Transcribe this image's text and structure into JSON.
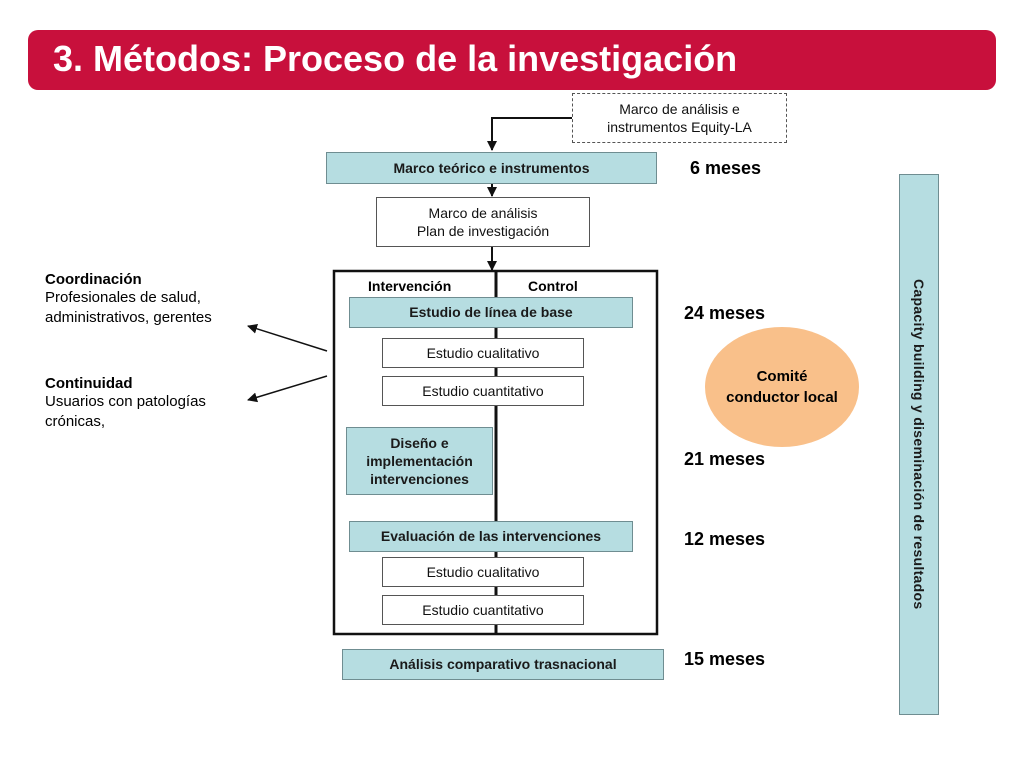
{
  "title": "3. Métodos: Proceso de la investigación",
  "equity_box": {
    "line1": "Marco de análisis e",
    "line2": "instrumentos Equity-LA"
  },
  "marco_teorico": "Marco teórico  e instrumentos",
  "marco_analisis": {
    "line1": "Marco de análisis",
    "line2": "Plan de investigación"
  },
  "group_labels": {
    "intervention": "Intervención",
    "control": "Control"
  },
  "baseline": "Estudio de línea de base",
  "study_qual": "Estudio cualitativo",
  "study_quant": "Estudio cuantitativo",
  "design": {
    "line1": "Diseño e",
    "line2": "implementación",
    "line3": "intervenciones"
  },
  "evaluation": "Evaluación de las intervenciones",
  "comparative": "Análisis comparativo trasnacional",
  "months": [
    "6 meses",
    "24 meses",
    "21 meses",
    "12 meses",
    "15 meses"
  ],
  "committee": {
    "line1": "Comité",
    "line2": "conductor local"
  },
  "vertical_bar": "Capacity building y diseminación de resultados",
  "left_notes": {
    "coordination": {
      "title": "Coordinación",
      "line1": "Profesionales de salud,",
      "line2": "administrativos, gerentes"
    },
    "continuity": {
      "title": "Continuidad",
      "line1": "Usuarios con patologías",
      "line2": "crónicas,"
    }
  },
  "colors": {
    "title_bar": "#c8103c",
    "teal": "#b6dde1",
    "committee": "#f9c08a"
  }
}
